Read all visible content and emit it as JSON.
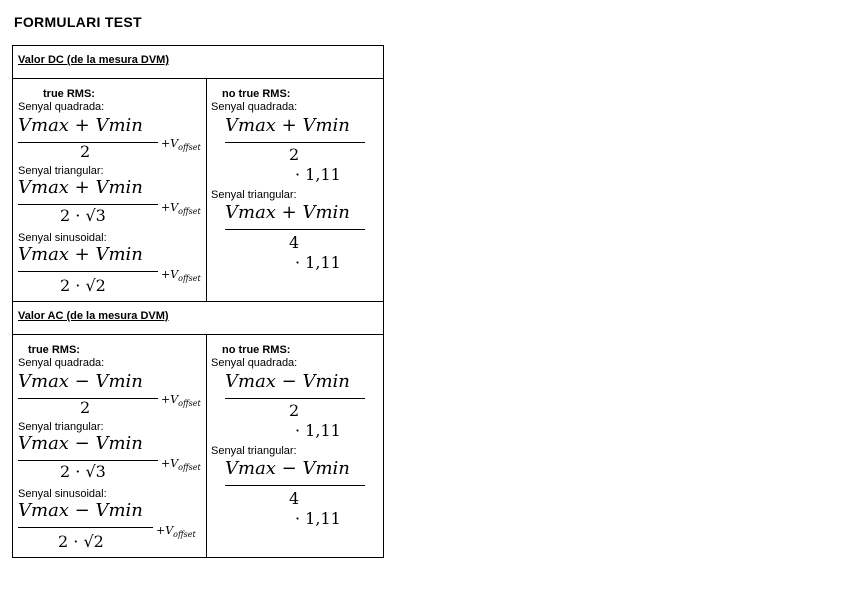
{
  "title": "FORMULARI  TEST",
  "dc": {
    "header": "Valor DC (de la mesura DVM)",
    "true_rms": {
      "heading": "true RMS:",
      "square_label": "Senyal quadrada:",
      "square_num": "Vmax + Vmin",
      "square_den": "2",
      "triangular_label": "Senyal triangular:",
      "triangular_num": "Vmax + Vmin",
      "triangular_den": "2 · √3",
      "sine_label": "Senyal sinusoidal:",
      "sine_num": "Vmax + Vmin",
      "sine_den": "2 · √2",
      "offset_sym": "V",
      "offset_sub": "offset"
    },
    "no_true_rms": {
      "heading": "no true RMS:",
      "square_label": "Senyal quadrada:",
      "square_num": "Vmax + Vmin",
      "square_den": "2",
      "square_factor": "· 1,11",
      "triangular_label": "Senyal triangular:",
      "triangular_num": "Vmax + Vmin",
      "triangular_den": "4",
      "triangular_factor": "· 1,11"
    }
  },
  "ac": {
    "header": "Valor AC (de la mesura DVM)",
    "true_rms": {
      "heading": "true RMS:",
      "square_label": "Senyal quadrada:",
      "square_num": "Vmax − Vmin",
      "square_den": "2",
      "triangular_label": "Senyal triangular:",
      "triangular_num": "Vmax − Vmin",
      "triangular_den": "2 · √3",
      "sine_label": "Senyal sinusoidal:",
      "sine_num": "Vmax − Vmin",
      "sine_den": "2 · √2",
      "offset_sym": "V",
      "offset_sub": "offset"
    },
    "no_true_rms": {
      "heading": "no true RMS:",
      "square_label": "Senyal quadrada:",
      "square_num": "Vmax − Vmin",
      "square_den": "2",
      "square_factor": "· 1,11",
      "triangular_label": "Senyal triangular:",
      "triangular_num": "Vmax − Vmin",
      "triangular_den": "4",
      "triangular_factor": "· 1,11"
    }
  }
}
